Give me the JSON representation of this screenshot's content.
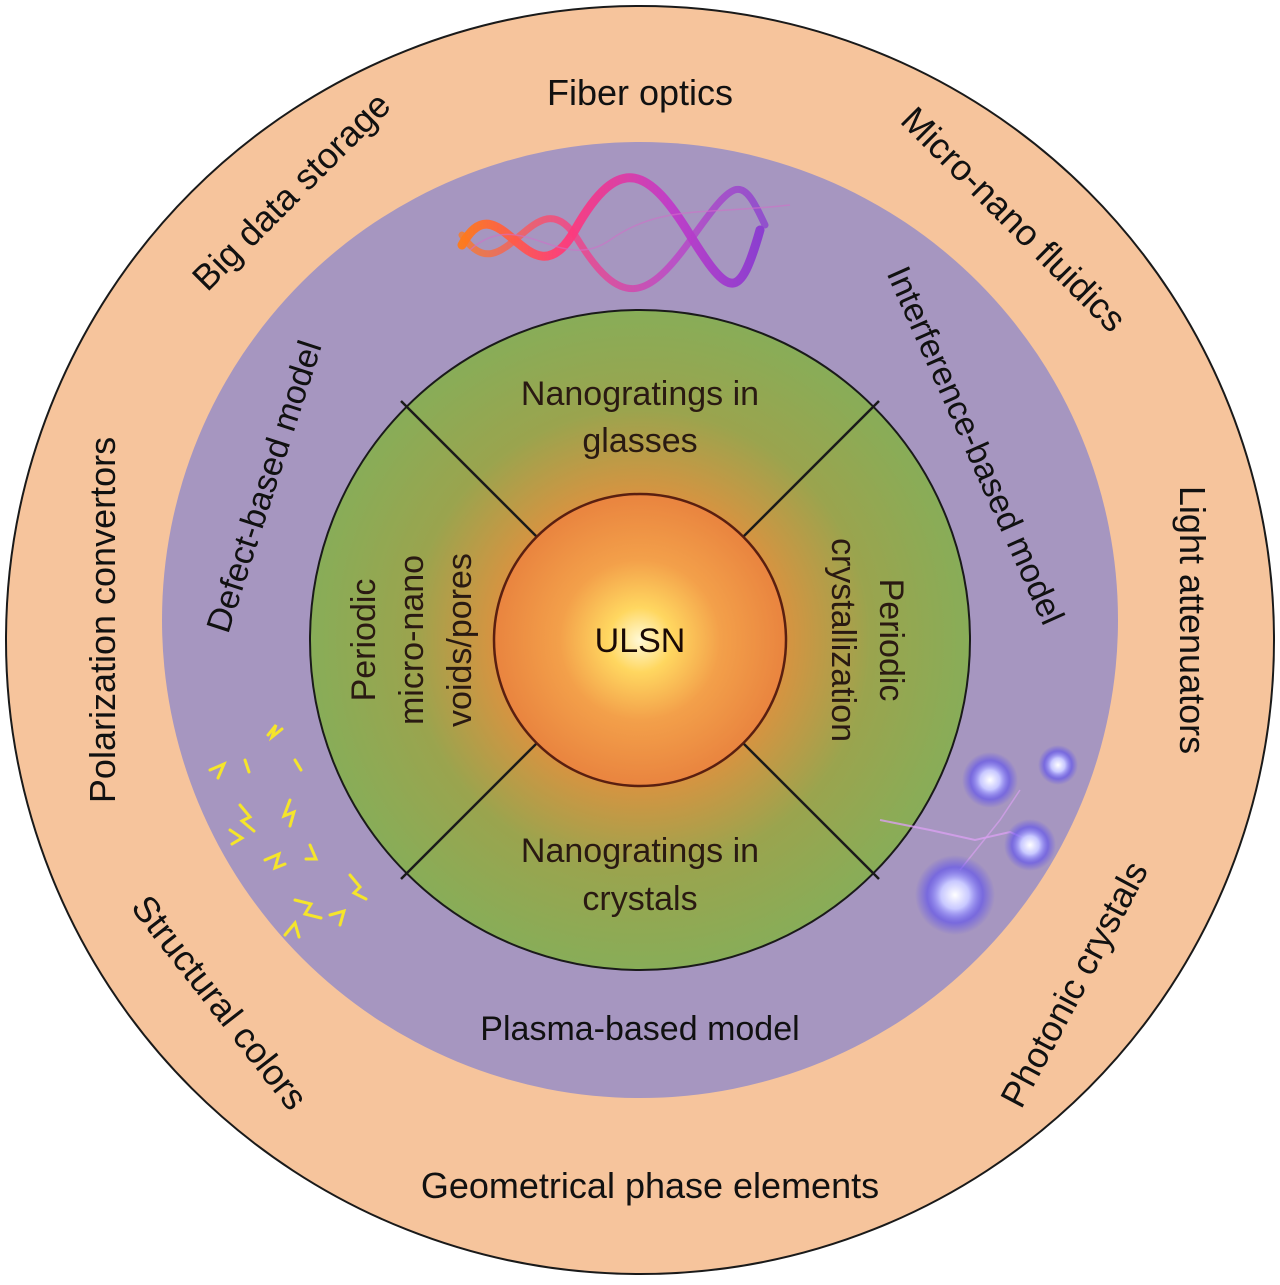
{
  "center": {
    "label": "ULSN"
  },
  "inner_ring": {
    "top": [
      "Nanogratings in",
      "glasses"
    ],
    "bottom": [
      "Nanogratings in",
      "crystals"
    ],
    "left": [
      "Periodic",
      "micro-nano",
      "voids/pores"
    ],
    "right": [
      "Periodic",
      "crystallization"
    ]
  },
  "model_ring": {
    "defect": "Defect-based model",
    "interference": "Interference-based model",
    "plasma": "Plasma-based model"
  },
  "applications": {
    "fiber_optics": "Fiber optics",
    "micro_nano_fluidics": "Micro-nano fluidics",
    "light_attenuators": "Light attenuators",
    "photonic_crystals": "Photonic crystals",
    "geometrical_phase": "Geometrical phase elements",
    "structural_colors": "Structural colors",
    "polarization_convertors": "Polarization convertors",
    "big_data_storage": "Big data storage"
  },
  "colors": {
    "outer_ring": "#f6c49c",
    "model_ring": "#a696c0",
    "inner_ring": "#8aad5a",
    "core": "#ec8a44",
    "divider": "#6b2a18"
  },
  "decorations": [
    "wave-icon",
    "lightning-sparks-icon",
    "plasma-glow-icon"
  ]
}
